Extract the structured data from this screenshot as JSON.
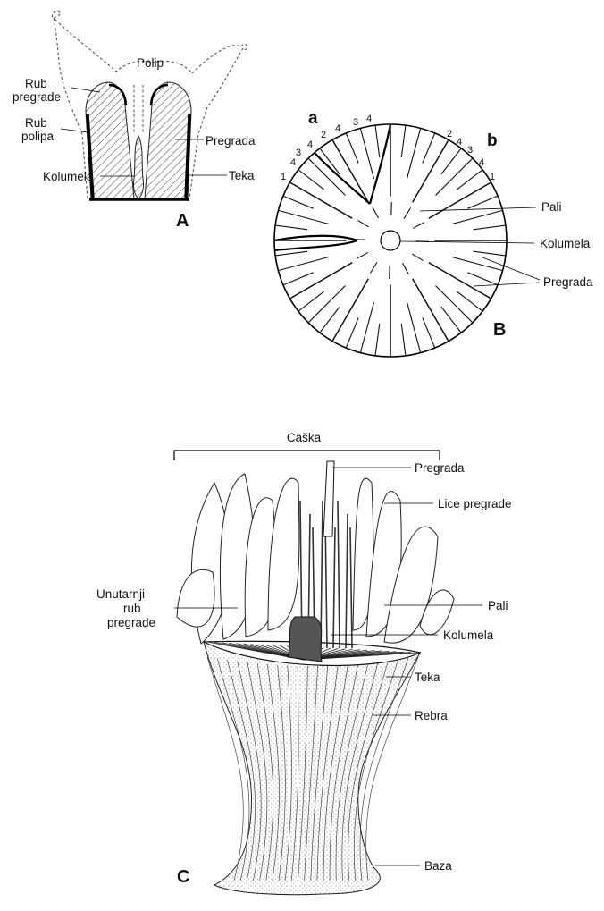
{
  "panel_a": {
    "letter": "A",
    "labels": {
      "polip": "Polip",
      "rub_pregrade_1": "Rub",
      "rub_pregrade_2": "pregrade",
      "rub_polipa_1": "Rub",
      "rub_polipa_2": "polipa",
      "pregrada": "Pregrada",
      "kolumela": "Kolumela",
      "teka": "Teka"
    }
  },
  "panel_b": {
    "letter": "B",
    "sector_a": "a",
    "sector_b": "b",
    "cycle_numbers_left": [
      "1",
      "4",
      "3",
      "4",
      "2",
      "4",
      "3",
      "4"
    ],
    "cycle_numbers_right": [
      "2",
      "4",
      "3",
      "4",
      "1"
    ],
    "labels": {
      "pali": "Pali",
      "kolumela": "Kolumela",
      "pregrada": "Pregrada"
    }
  },
  "panel_c": {
    "letter": "C",
    "labels": {
      "caska": "Caška",
      "pregrada": "Pregrada",
      "lice_pregrade": "Lice pregrade",
      "unutarnji_1": "Unutarnji",
      "unutarnji_2": "rub",
      "unutarnji_3": "pregrade",
      "pali": "Pali",
      "kolumela": "Kolumela",
      "teka": "Teka",
      "rebra": "Rebra",
      "baza": "Baza"
    }
  }
}
